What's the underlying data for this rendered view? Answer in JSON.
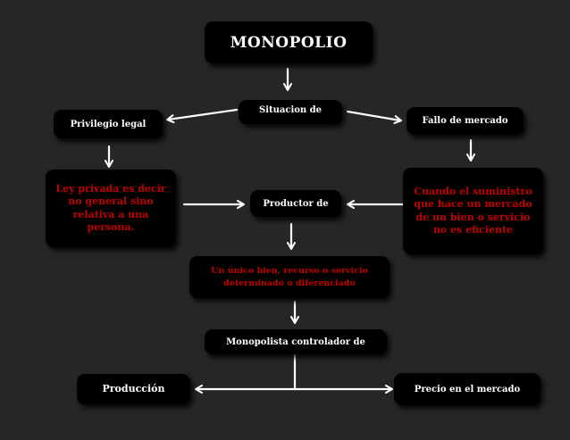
{
  "diagram": {
    "title": "MONOPOLIO",
    "situacion": "Situacion de",
    "privilegio": "Privilegio legal",
    "fallo": "Fallo de mercado",
    "ley_privada": "Ley privada es decir  no general sino relativa a una persona.",
    "cuando": "Cuando el suministro  que hace un mercado de un bien o servicio no es eficiente",
    "productor": "Productor de",
    "unico_bien": "Un único bien, recurso o servicio determinado o diferenciado",
    "monopolista": "Monopolista controlador de",
    "produccion": "Producción",
    "precio": "Precio en el mercado"
  },
  "colors": {
    "background": "#262626",
    "box": "#000000",
    "text_primary": "#ffffff",
    "text_accent": "#c00000"
  }
}
